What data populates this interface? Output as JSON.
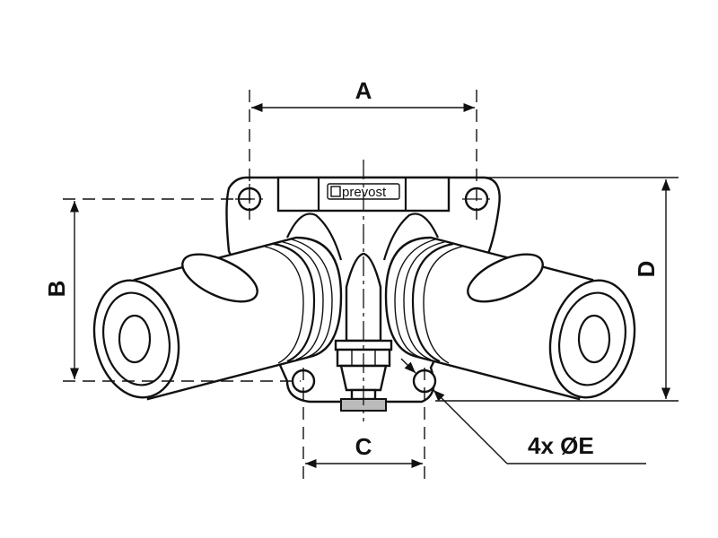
{
  "diagram": {
    "logo_text": "prevost",
    "dimensions": {
      "a": "A",
      "b": "B",
      "c": "C",
      "d": "D",
      "holes": "4x ØE"
    }
  }
}
